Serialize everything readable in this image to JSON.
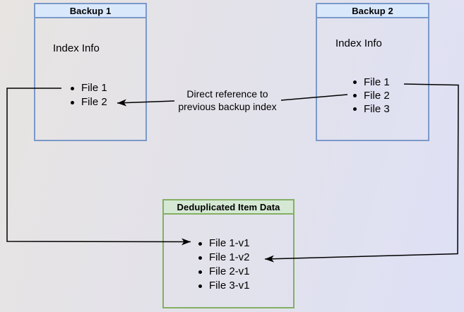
{
  "diagram": {
    "boxes": {
      "backup1": {
        "title": "Backup 1",
        "subtitle": "Index Info",
        "files": [
          "File 1",
          "File 2"
        ]
      },
      "backup2": {
        "title": "Backup 2",
        "subtitle": "Index Info",
        "files": [
          "File 1",
          "File 2",
          "File 3"
        ]
      },
      "dedup": {
        "title": "Deduplicated Item Data",
        "files": [
          "File 1-v1",
          "File 1-v2",
          "File 2-v1",
          "File 3-v1"
        ]
      }
    },
    "annotations": {
      "direct_reference_label": "Direct reference to\nprevious backup index"
    },
    "colors": {
      "blue_box_border": "#7b99c9",
      "blue_header_fill": "#dae8fc",
      "green_box_border": "#85af63",
      "green_header_fill": "#d5e8d4",
      "connector": "#000000",
      "background_start": "#e7e4e1",
      "background_end": "#dee0f5"
    }
  }
}
